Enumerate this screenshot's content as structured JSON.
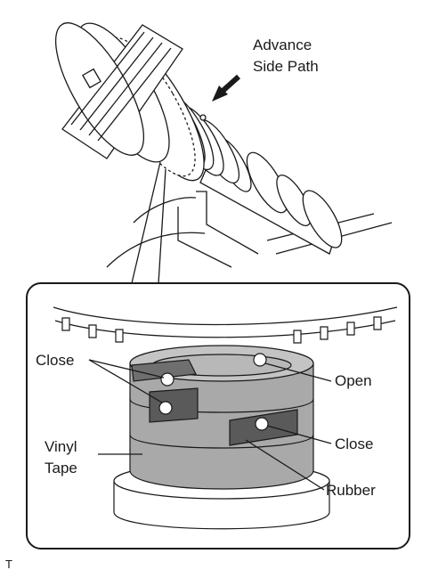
{
  "diagram": {
    "labels": {
      "advance_line1": "Advance",
      "advance_line2": "Side Path",
      "close_left": "Close",
      "open": "Open",
      "close_right": "Close",
      "vinyl_line1": "Vinyl",
      "vinyl_line2": "Tape",
      "rubber": "Rubber",
      "corner_mark": "T"
    },
    "colors": {
      "line": "#1a1a1a",
      "tape_fill": "#a9a9a9",
      "tape_dark": "#6f6f6f",
      "rubber_fill": "#5a5a5a",
      "background": "#ffffff"
    }
  }
}
